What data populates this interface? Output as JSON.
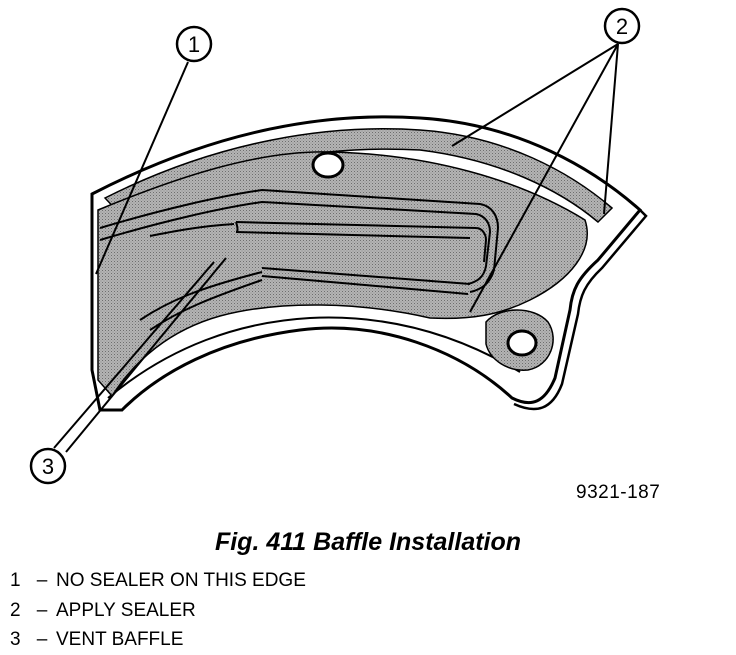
{
  "figure": {
    "callouts": [
      {
        "number": "1"
      },
      {
        "number": "2"
      },
      {
        "number": "3"
      }
    ],
    "figure_code": "9321-187",
    "caption": "Fig. 411 Baffle Installation"
  },
  "legend": [
    {
      "number": "1",
      "separator": "–",
      "text": "NO SEALER ON THIS EDGE"
    },
    {
      "number": "2",
      "separator": "–",
      "text": "APPLY SEALER"
    },
    {
      "number": "3",
      "separator": "–",
      "text": "VENT BAFFLE"
    }
  ],
  "colors": {
    "ink": "#000000",
    "sealer_fill": "#a9a9a9",
    "background": "#ffffff"
  }
}
